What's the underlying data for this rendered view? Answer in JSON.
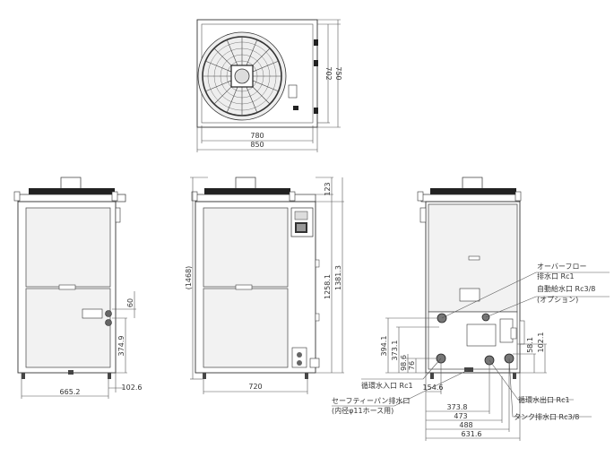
{
  "top_view": {
    "dims": {
      "width_inner": "780",
      "width_outer": "850",
      "depth_inner": "702",
      "depth_outer": "750"
    }
  },
  "left_view": {
    "dims": {
      "width": "665.2",
      "offset": "102.6",
      "height_a": "60",
      "height_b": "374.9"
    }
  },
  "front_view": {
    "dims": {
      "total": "(1468)",
      "top": "123",
      "height_a": "1258.1",
      "height_b": "1381.3",
      "width": "720"
    }
  },
  "right_view": {
    "dims": {
      "h1": "394.1",
      "h2": "373.1",
      "h3": "98.6",
      "h4": "76",
      "r1": "58.1",
      "r2": "102.1",
      "w1": "154.6",
      "w2": "373.8",
      "w3": "473",
      "w4": "488",
      "w5": "631.6"
    },
    "callouts": {
      "overflow_l1": "オーバーフロー",
      "overflow_l2": "排水口 Rc1",
      "autofill_l1": "自動給水口 Rc3/8",
      "autofill_l2": "(オプション)",
      "return_inlet": "循環水入口 Rc1",
      "safety_pan_l1": "セーフティーパン排水口",
      "safety_pan_l2": "(内径φ11ホース用)",
      "supply_outlet": "循環水出口 Rc1",
      "tank_drain": "タンク排水口 Rc3/8"
    }
  }
}
